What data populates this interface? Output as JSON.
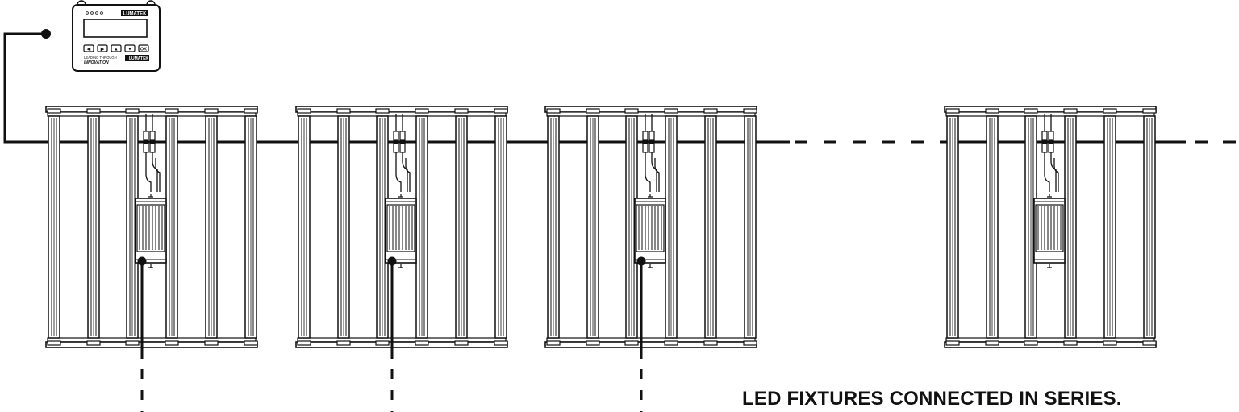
{
  "controller": {
    "brand": "LUMATEK",
    "tagline_1": "LEADING THROUGH",
    "tagline_2": "INNOVATION",
    "badge": "LUMATEK",
    "buttons": [
      "◀",
      "▶",
      "▲",
      "▼",
      "OK"
    ]
  },
  "fixtures": [
    {
      "name": "fixture-1",
      "connected": true
    },
    {
      "name": "fixture-2",
      "connected": true
    },
    {
      "name": "fixture-3",
      "connected": true
    },
    {
      "name": "fixture-4",
      "connected": false
    }
  ],
  "caption": "LED FIXTURES CONNECTED IN SERIES.",
  "colors": {
    "line": "#111111",
    "background": "#ffffff"
  }
}
